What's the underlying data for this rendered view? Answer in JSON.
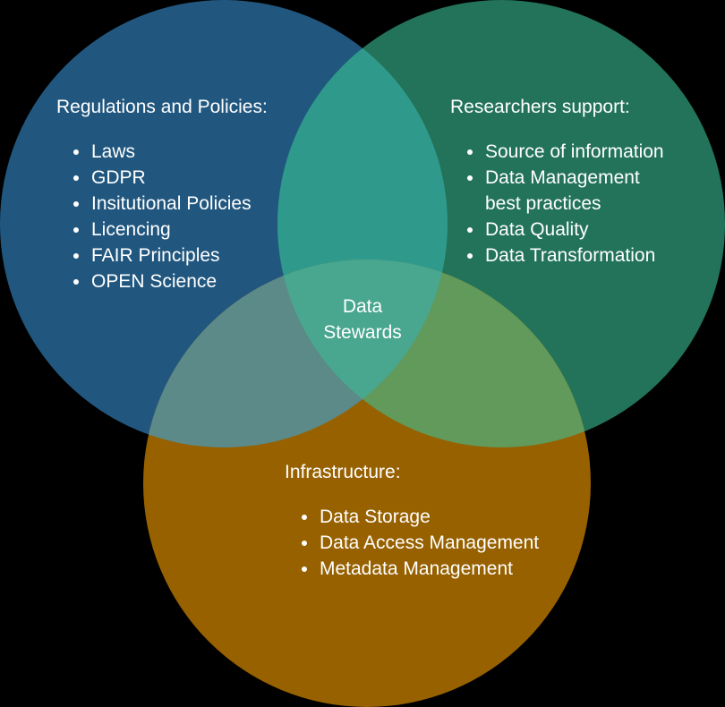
{
  "colors": {
    "background": "#000000",
    "regulations_circle": "#21577f",
    "researchers_circle": "#23735a",
    "infrastructure_circle": "#976100",
    "text": "#ffffff"
  },
  "circles": {
    "regulations": {
      "heading": "Regulations and Policies:",
      "items": [
        "Laws",
        "GDPR",
        "Insitutional Policies",
        "Licencing",
        "FAIR Principles",
        "OPEN Science"
      ]
    },
    "researchers": {
      "heading": "Researchers support:",
      "items": [
        "Source of information",
        "Data Management",
        "best practices",
        "Data Quality",
        "Data Transformation"
      ]
    },
    "infrastructure": {
      "heading": "Infrastructure:",
      "items": [
        "Data Storage",
        "Data Access Management",
        "Metadata Management"
      ]
    }
  },
  "center": {
    "line1": "Data",
    "line2": "Stewards"
  }
}
